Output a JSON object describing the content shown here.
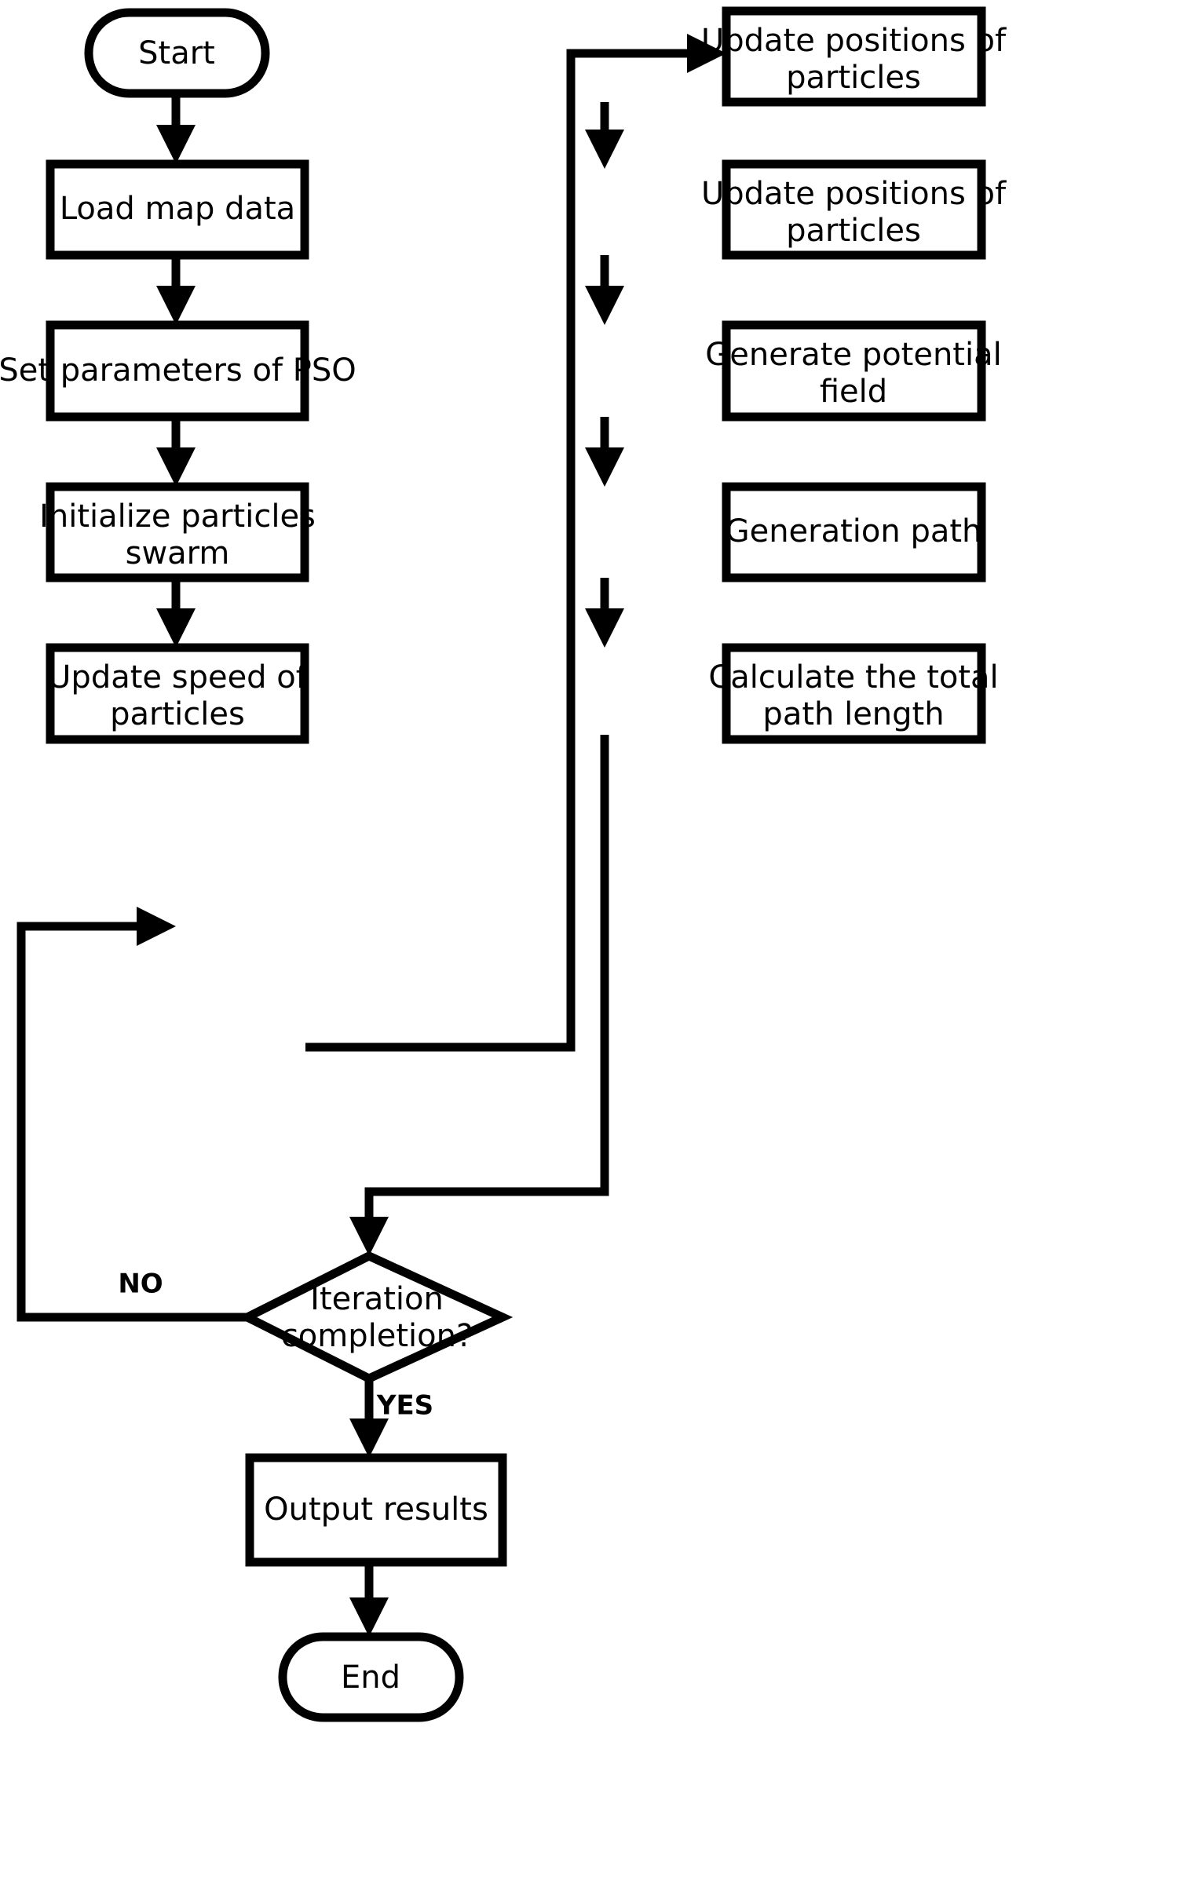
{
  "diagram": {
    "title": "PSO path planning flowchart",
    "colors": {
      "stroke": "#000000",
      "fill": "#ffffff",
      "background": "#ffffff"
    },
    "nodes": {
      "start": {
        "label": "Start",
        "shape": "terminator"
      },
      "load_map_data": {
        "label": "Load map data",
        "shape": "process"
      },
      "set_parameters": {
        "label": "Set parameters of PSO",
        "shape": "process"
      },
      "initialize_particles": {
        "line1": "Initialize particles",
        "line2": "swarm",
        "shape": "process"
      },
      "update_speed": {
        "line1": "Update speed of",
        "line2": "particles",
        "shape": "process"
      },
      "update_positions_1": {
        "line1": "Update positions of",
        "line2": "particles",
        "shape": "process"
      },
      "update_positions_2": {
        "line1": "Update positions of",
        "line2": "particles",
        "shape": "process"
      },
      "generate_potential_field": {
        "line1": "Generate potential",
        "line2": "field",
        "shape": "process"
      },
      "generation_path": {
        "label": "Generation path",
        "shape": "process"
      },
      "calculate_total_path_length": {
        "line1": "Calculate the total",
        "line2": "path length",
        "shape": "process"
      },
      "iteration_completion": {
        "line1": "Iteration",
        "line2": "completion?",
        "shape": "decision"
      },
      "output_results": {
        "label": "Output results",
        "shape": "process"
      },
      "end": {
        "label": "End",
        "shape": "terminator"
      }
    },
    "edge_labels": {
      "no": "NO",
      "yes": "YES"
    }
  }
}
